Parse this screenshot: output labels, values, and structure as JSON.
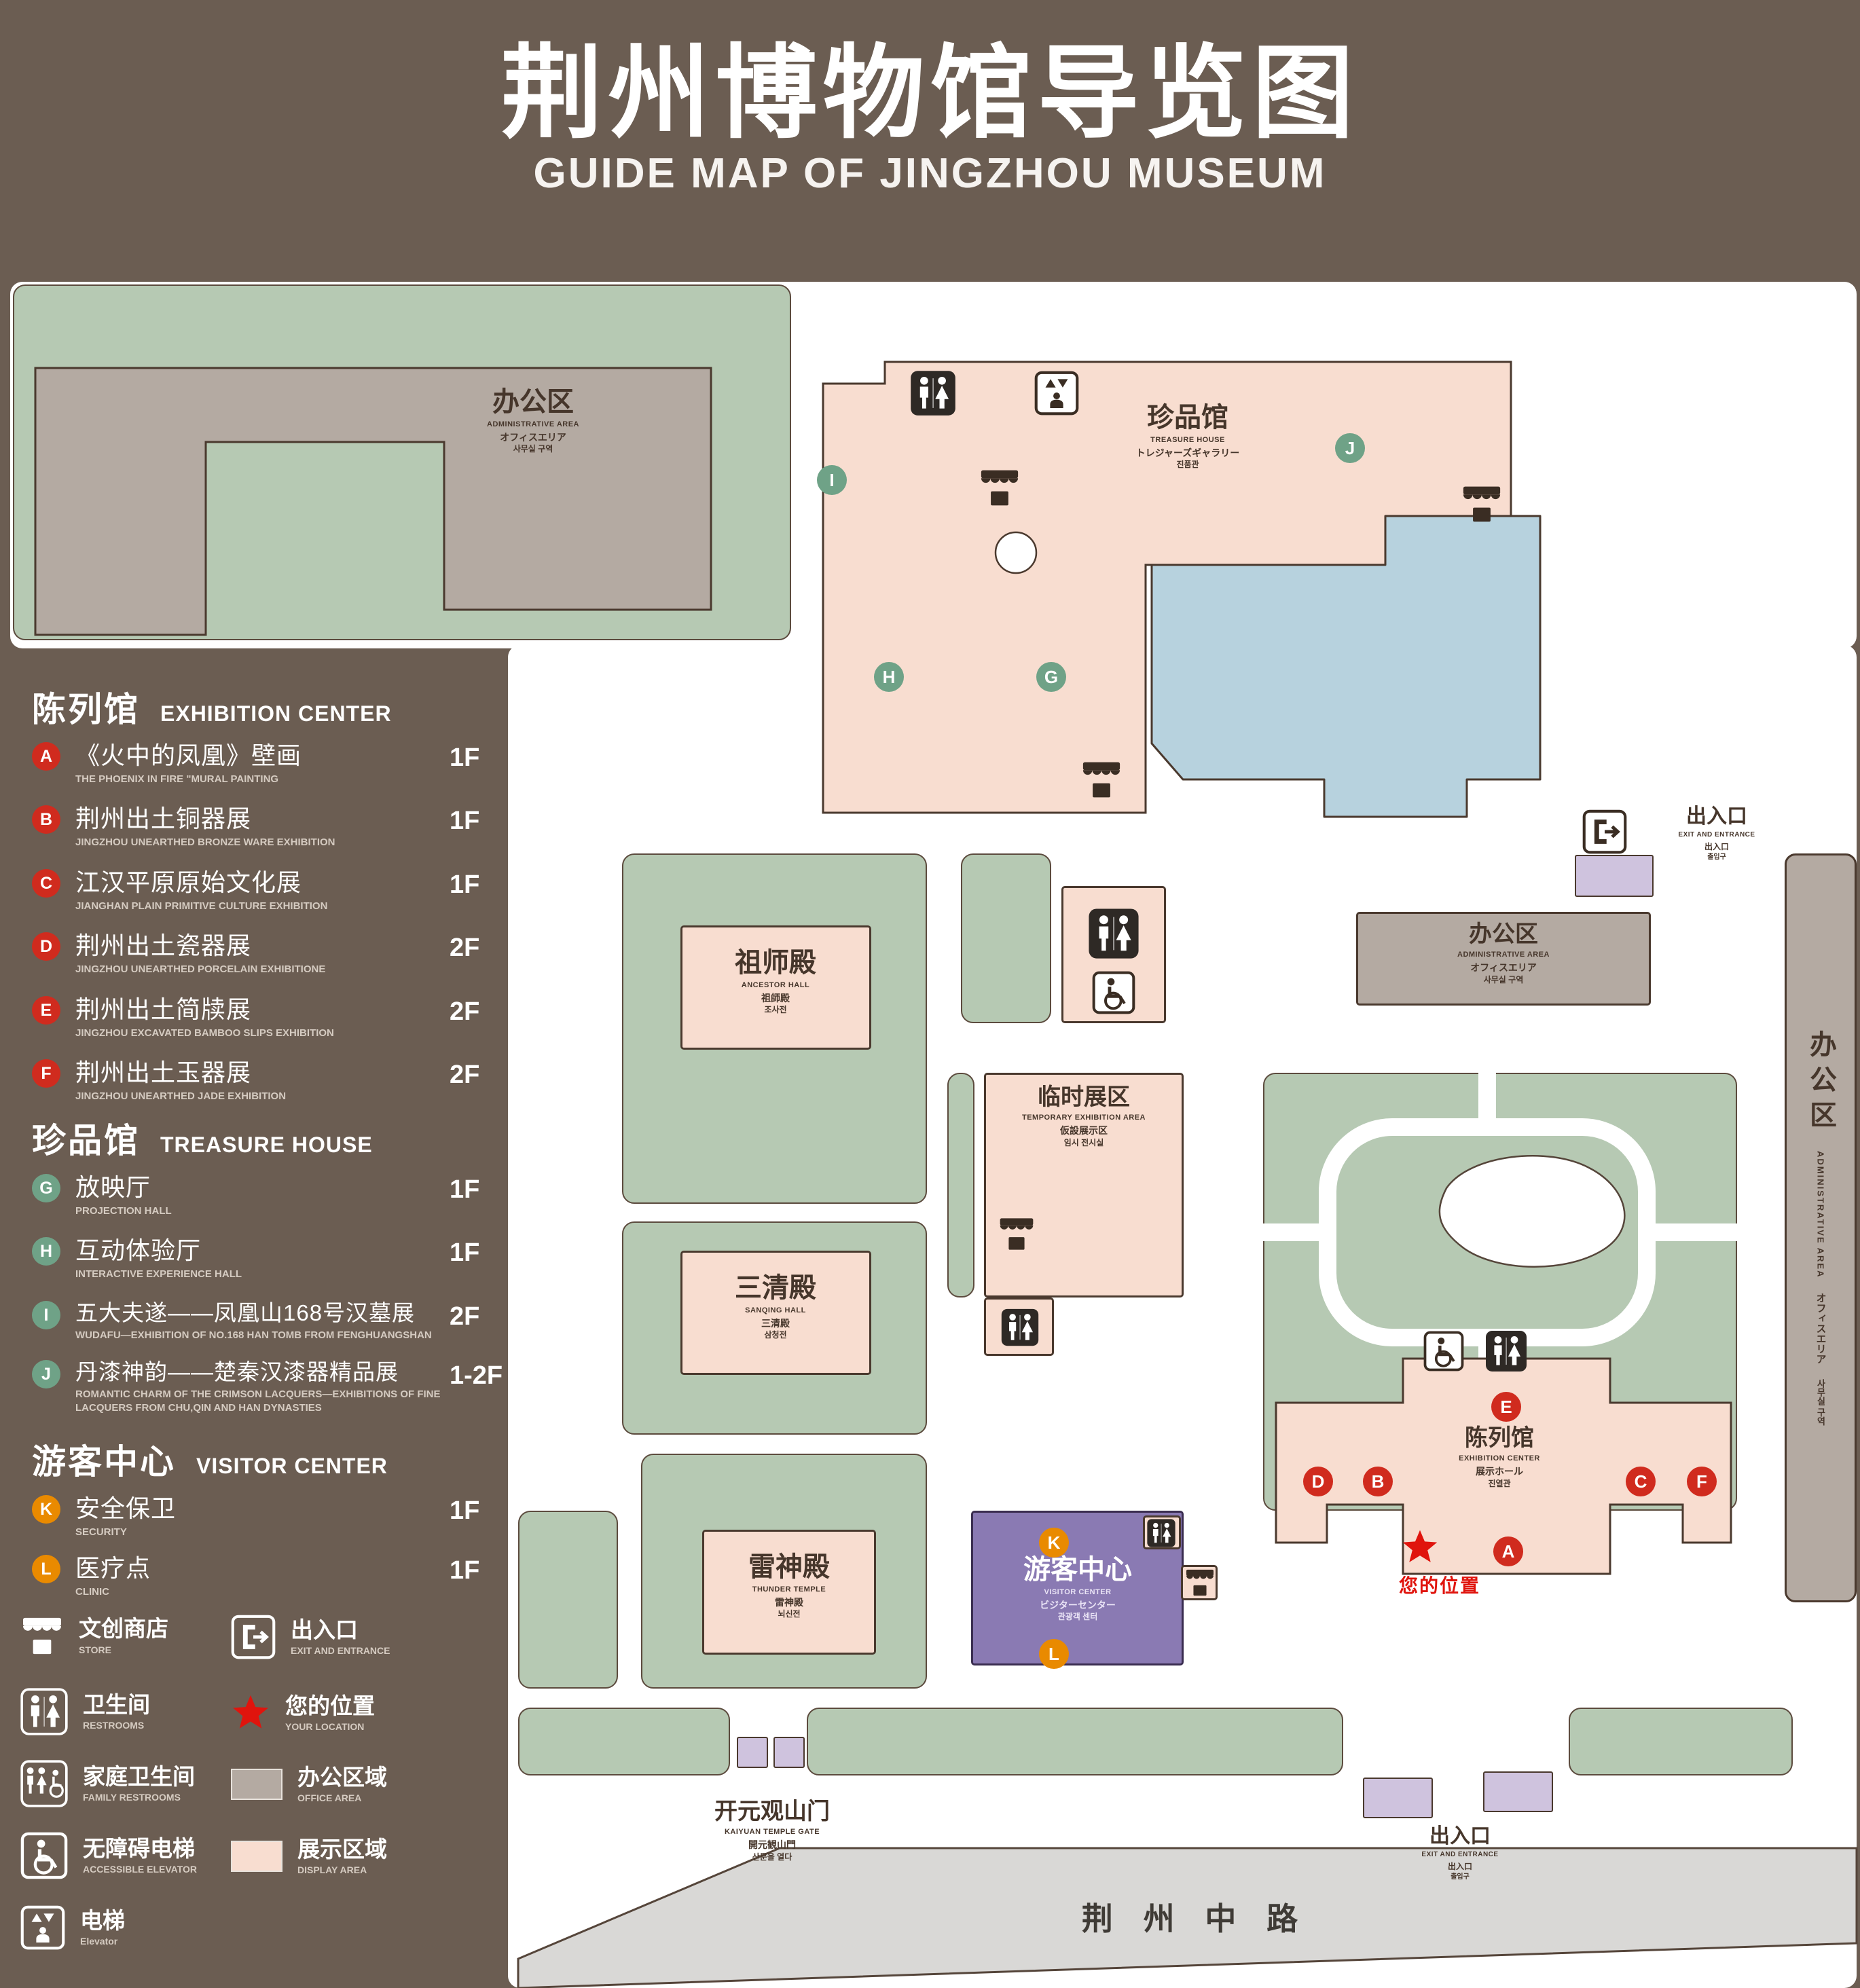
{
  "title": {
    "zh": "荆州博物馆导览图",
    "en": "GUIDE MAP OF JINGZHOU MUSEUM"
  },
  "legend": {
    "sections": [
      {
        "zh": "陈列馆",
        "en": "EXHIBITION CENTER"
      },
      {
        "zh": "珍品馆",
        "en": "TREASURE HOUSE"
      },
      {
        "zh": "游客中心",
        "en": "VISITOR CENTER"
      }
    ],
    "items": [
      {
        "key": "A",
        "zh": "《火中的凤凰》壁画",
        "en": "THE PHOENIX IN FIRE \"MURAL PAINTING",
        "floor": "1F"
      },
      {
        "key": "B",
        "zh": "荆州出土铜器展",
        "en": "JINGZHOU UNEARTHED BRONZE WARE EXHIBITION",
        "floor": "1F"
      },
      {
        "key": "C",
        "zh": "江汉平原原始文化展",
        "en": "JIANGHAN PLAIN PRIMITIVE CULTURE EXHIBITION",
        "floor": "1F"
      },
      {
        "key": "D",
        "zh": "荆州出土瓷器展",
        "en": "JINGZHOU UNEARTHED PORCELAIN EXHIBITIONE",
        "floor": "2F"
      },
      {
        "key": "E",
        "zh": "荆州出土简牍展",
        "en": "JINGZHOU EXCAVATED BAMBOO SLIPS EXHIBITION",
        "floor": "2F"
      },
      {
        "key": "F",
        "zh": "荆州出土玉器展",
        "en": "JINGZHOU UNEARTHED JADE EXHIBITION",
        "floor": "2F"
      },
      {
        "key": "G",
        "zh": "放映厅",
        "en": "PROJECTION HALL",
        "floor": "1F"
      },
      {
        "key": "H",
        "zh": "互动体验厅",
        "en": "INTERACTIVE EXPERIENCE HALL",
        "floor": "1F"
      },
      {
        "key": "I",
        "zh": "五大夫遂——凤凰山168号汉墓展",
        "en": "WUDAFU—EXHIBITION OF NO.168 HAN TOMB FROM FENGHUANGSHAN",
        "floor": "2F"
      },
      {
        "key": "J",
        "zh": "丹漆神韵——楚秦汉漆器精品展",
        "en": "ROMANTIC CHARM OF THE CRIMSON LACQUERS—EXHIBITIONS OF FINE LACQUERS FROM CHU,QIN AND HAN DYNASTIES",
        "floor": "1-2F"
      },
      {
        "key": "K",
        "zh": "安全保卫",
        "en": "SECURITY",
        "floor": "1F"
      },
      {
        "key": "L",
        "zh": "医疗点",
        "en": "CLINIC",
        "floor": "1F"
      }
    ],
    "symbols": [
      {
        "zh": "文创商店",
        "en": "STORE"
      },
      {
        "zh": "出入口",
        "en": "EXIT AND ENTRANCE"
      },
      {
        "zh": "卫生间",
        "en": "RESTROOMS"
      },
      {
        "zh": "您的位置",
        "en": "YOUR LOCATION"
      },
      {
        "zh": "家庭卫生间",
        "en": "FAMILY RESTROOMS"
      },
      {
        "zh": "办公区域",
        "en": "OFFICE AREA"
      },
      {
        "zh": "无障碍电梯",
        "en": "ACCESSIBLE ELEVATOR"
      },
      {
        "zh": "展示区域",
        "en": "DISPLAY AREA"
      },
      {
        "zh": "电梯",
        "en": "Elevator"
      }
    ]
  },
  "map": {
    "buildings": {
      "admin": {
        "zh": "办公区",
        "en": "ADMINISTRATIVE AREA",
        "jp": "オフィスエリア",
        "kr": "사무실 구역"
      },
      "treasure": {
        "zh": "珍品馆",
        "en": "TREASURE HOUSE",
        "jp": "トレジャーズギャラリー",
        "kr": "진품관"
      },
      "ancestor": {
        "zh": "祖师殿",
        "en": "ANCESTOR HALL",
        "jp": "祖師殿",
        "kr": "조사전"
      },
      "temporary": {
        "zh": "临时展区",
        "en": "TEMPORARY EXHIBITION AREA",
        "jp": "仮設展示区",
        "kr": "임시 전시실"
      },
      "sanqing": {
        "zh": "三清殿",
        "en": "SANQING HALL",
        "jp": "三清殿",
        "kr": "삼청전"
      },
      "thunder": {
        "zh": "雷神殿",
        "en": "THUNDER TEMPLE",
        "jp": "雷神殿",
        "kr": "뇌신전"
      },
      "visitor": {
        "zh": "游客中心",
        "en": "VISITOR CENTER",
        "jp": "ビジターセンター",
        "kr": "관광객 센터"
      },
      "exhibition": {
        "zh": "陈列馆",
        "en": "EXHIBITION CENTER",
        "jp": "展示ホール",
        "kr": "진열관"
      }
    },
    "labels": {
      "exit": {
        "zh": "出入口",
        "en": "EXIT AND ENTRANCE",
        "jp": "出入口",
        "kr": "출입구"
      },
      "gate": {
        "zh": "开元观山门",
        "en": "KAIYUAN TEMPLE GATE",
        "jp": "開元観山門",
        "kr": "산문을 열다"
      },
      "your_location": "您的位置",
      "road": "荆 州 中 路"
    },
    "markers": {
      "A": "A",
      "B": "B",
      "C": "C",
      "D": "D",
      "E": "E",
      "F": "F",
      "G": "G",
      "H": "H",
      "I": "I",
      "J": "J",
      "K": "K",
      "L": "L"
    }
  },
  "icons": {
    "store": "awning-shop",
    "restroom": "man-woman-figures",
    "family_restroom": "family-wheelchair-figures",
    "accessible_elevator": "wheelchair-in-box",
    "elevator": "arrows-person-in-box",
    "exit": "door-with-arrow",
    "your_location": "red-star"
  },
  "colors": {
    "background": "#6b5d52",
    "park_green": "#b6c9b3",
    "display_pink": "#f8ddd0",
    "office_gray": "#b4aaa2",
    "pond_blue": "#b7d2de",
    "visitor_purple": "#8a7ab3",
    "entrance_purple": "#cfc3de",
    "marker_red": "#d02b1e",
    "marker_green": "#6fa287",
    "marker_orange": "#e98a00",
    "road_gray": "#d9d8d6"
  }
}
